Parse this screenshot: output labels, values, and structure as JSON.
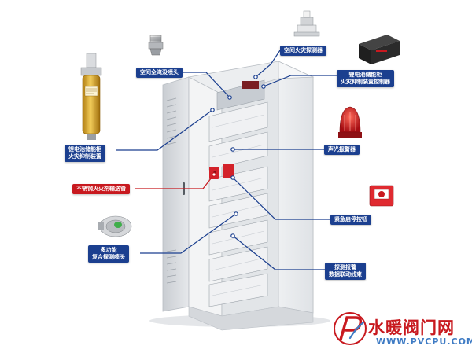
{
  "labels": {
    "space_nozzle": "空间全淹没喷头",
    "space_detector": "空间火灾探测器",
    "battery_controller_l1": "锂电池储能柜",
    "battery_controller_l2": "火灾抑制装置控制器",
    "suppression_device_l1": "锂电池储能柜",
    "suppression_device_l2": "火灾抑制装置",
    "steel_pipe": "不锈钢灭火剂输送管",
    "alarm": "声光报警器",
    "emergency_stop": "紧急启停按钮",
    "multi_nozzle_l1": "多功能",
    "multi_nozzle_l2": "复合探测喷头",
    "detect_line_l1": "探测报警",
    "detect_line_l2": "数据联动线束"
  },
  "watermark": {
    "cn": "水暖阀门网",
    "en": "WWW.PVCPU.COM"
  },
  "colors": {
    "label_blue": "#1b3f8f",
    "label_red": "#c8191f",
    "leader_blue": "#1b3f8f",
    "leader_red": "#c8191f",
    "watermark_red": "#c8191f",
    "watermark_blue": "#3e7bc4"
  }
}
